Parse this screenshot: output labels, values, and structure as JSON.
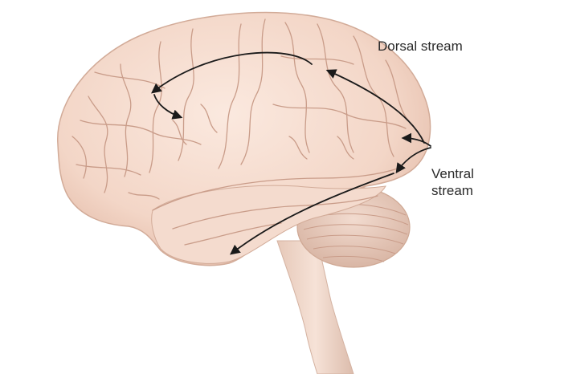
{
  "labels": {
    "dorsal": "Dorsal stream",
    "ventral_line1": "Ventral",
    "ventral_line2": "stream"
  },
  "colors": {
    "background": "#ffffff",
    "brain_fill": "#f5dccf",
    "brain_shadow": "#d9b3a2",
    "gyri_line": "#c99c89",
    "cerebellum": "#e8cdbf",
    "brainstem": "#efd6c9",
    "arrow": "#1a1a1a",
    "text": "#2a2a2a"
  }
}
